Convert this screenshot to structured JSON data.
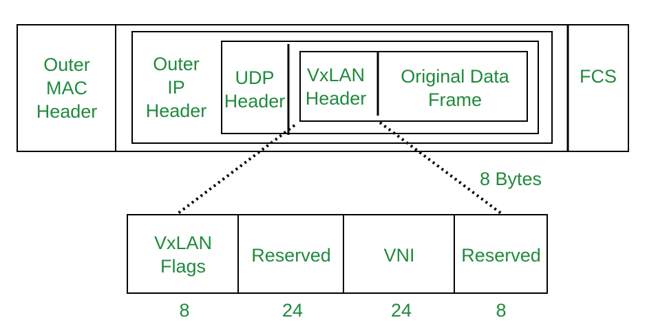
{
  "colors": {
    "label": "#1f8a3c",
    "line": "#000000"
  },
  "frame": {
    "outer_mac": "Outer\nMAC\nHeader",
    "outer_ip": "Outer\nIP\nHeader",
    "udp": "UDP\nHeader",
    "vxlan": "VxLAN\nHeader",
    "original": "Original Data\nFrame",
    "fcs": "FCS"
  },
  "detail": {
    "size_caption": "8 Bytes",
    "fields": [
      {
        "label": "VxLAN\nFlags",
        "bits": "8"
      },
      {
        "label": "Reserved",
        "bits": "24"
      },
      {
        "label": "VNI",
        "bits": "24"
      },
      {
        "label": "Reserved",
        "bits": "8"
      }
    ]
  }
}
